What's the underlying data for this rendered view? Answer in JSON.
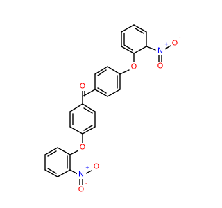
{
  "colors": {
    "bond": "#000000",
    "oxygen": "#ff0000",
    "nitrogen": "#0000ff",
    "background": "#ffffff"
  },
  "atoms": {
    "carbonyl_o": "O",
    "ether_o_top": "O",
    "ether_o_bottom": "O",
    "nitro_n_top": "N",
    "nitro_o_top_a": "O",
    "nitro_o_top_b": "O",
    "nitro_n_bottom": "N",
    "nitro_o_bottom_a": "O",
    "nitro_o_bottom_b": "O"
  },
  "charges": {
    "plus": "+",
    "minus": "-"
  }
}
